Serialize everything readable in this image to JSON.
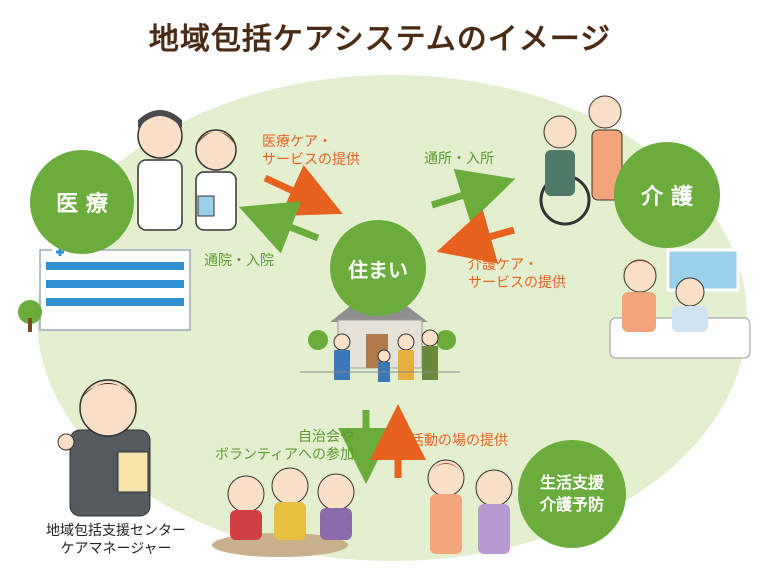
{
  "title": "地域包括ケアシステムのイメージ",
  "nodes": {
    "medical": "医 療",
    "care": "介 護",
    "home": "住まい",
    "support": "生活支援\n介護予防"
  },
  "labels": {
    "medical_service": "医療ケア・\nサービスの提供",
    "visit_hospital": "通院・入院",
    "daycare": "通所・入所",
    "care_service": "介護ケア・\nサービスの提供",
    "community": "自治会や\nボランティアへの参加",
    "activity": "活動の場の提供",
    "care_manager": "地域包括支援センター\nケアマネージャー"
  },
  "colors": {
    "green": "#6aad3d",
    "orange": "#e8621f",
    "background": "#e4efcf",
    "title": "#4a2b15"
  }
}
